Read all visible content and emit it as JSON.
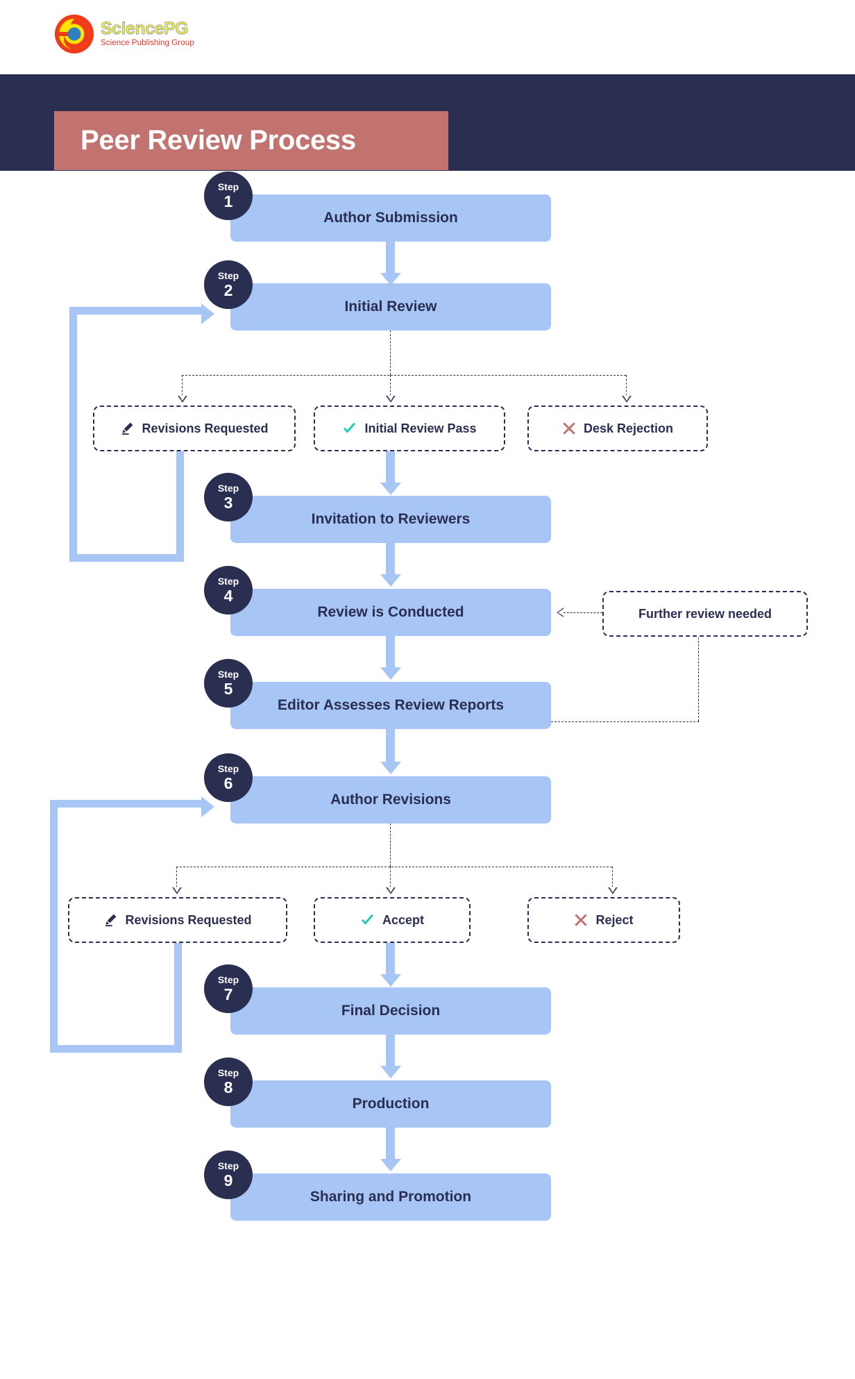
{
  "brand": {
    "logo_title": "SciencePG",
    "logo_subtitle": "Science Publishing Group",
    "logo_icon": "sciencepg-swirl-logo"
  },
  "header": {
    "title": "Peer Review Process",
    "band_color": "#2a2e50",
    "title_block_color": "#c2736f"
  },
  "colors": {
    "step_box": "#a7c6f5",
    "badge": "#2a2e50",
    "text_dark": "#2a2e50",
    "accept_green": "#15cfb0",
    "reject_red": "#c2736f"
  },
  "flow": {
    "step_word": "Step",
    "steps": [
      {
        "num": "1",
        "label": "Author Submission"
      },
      {
        "num": "2",
        "label": "Initial Review"
      },
      {
        "num": "3",
        "label": "Invitation to Reviewers"
      },
      {
        "num": "4",
        "label": "Review is Conducted"
      },
      {
        "num": "5",
        "label": "Editor Assesses Review Reports"
      },
      {
        "num": "6",
        "label": "Author Revisions"
      },
      {
        "num": "7",
        "label": "Final Decision"
      },
      {
        "num": "8",
        "label": "Production"
      },
      {
        "num": "9",
        "label": "Sharing and Promotion"
      }
    ],
    "branch_one": [
      {
        "label": "Revisions Requested",
        "icon": "pencil-icon"
      },
      {
        "label": "Initial Review Pass",
        "icon": "check-icon"
      },
      {
        "label": "Desk Rejection",
        "icon": "cross-icon"
      }
    ],
    "branch_two": [
      {
        "label": "Revisions Requested",
        "icon": "pencil-icon"
      },
      {
        "label": "Accept",
        "icon": "check-icon"
      },
      {
        "label": "Reject",
        "icon": "cross-icon"
      }
    ],
    "side_note": {
      "label": "Further review needed"
    }
  }
}
